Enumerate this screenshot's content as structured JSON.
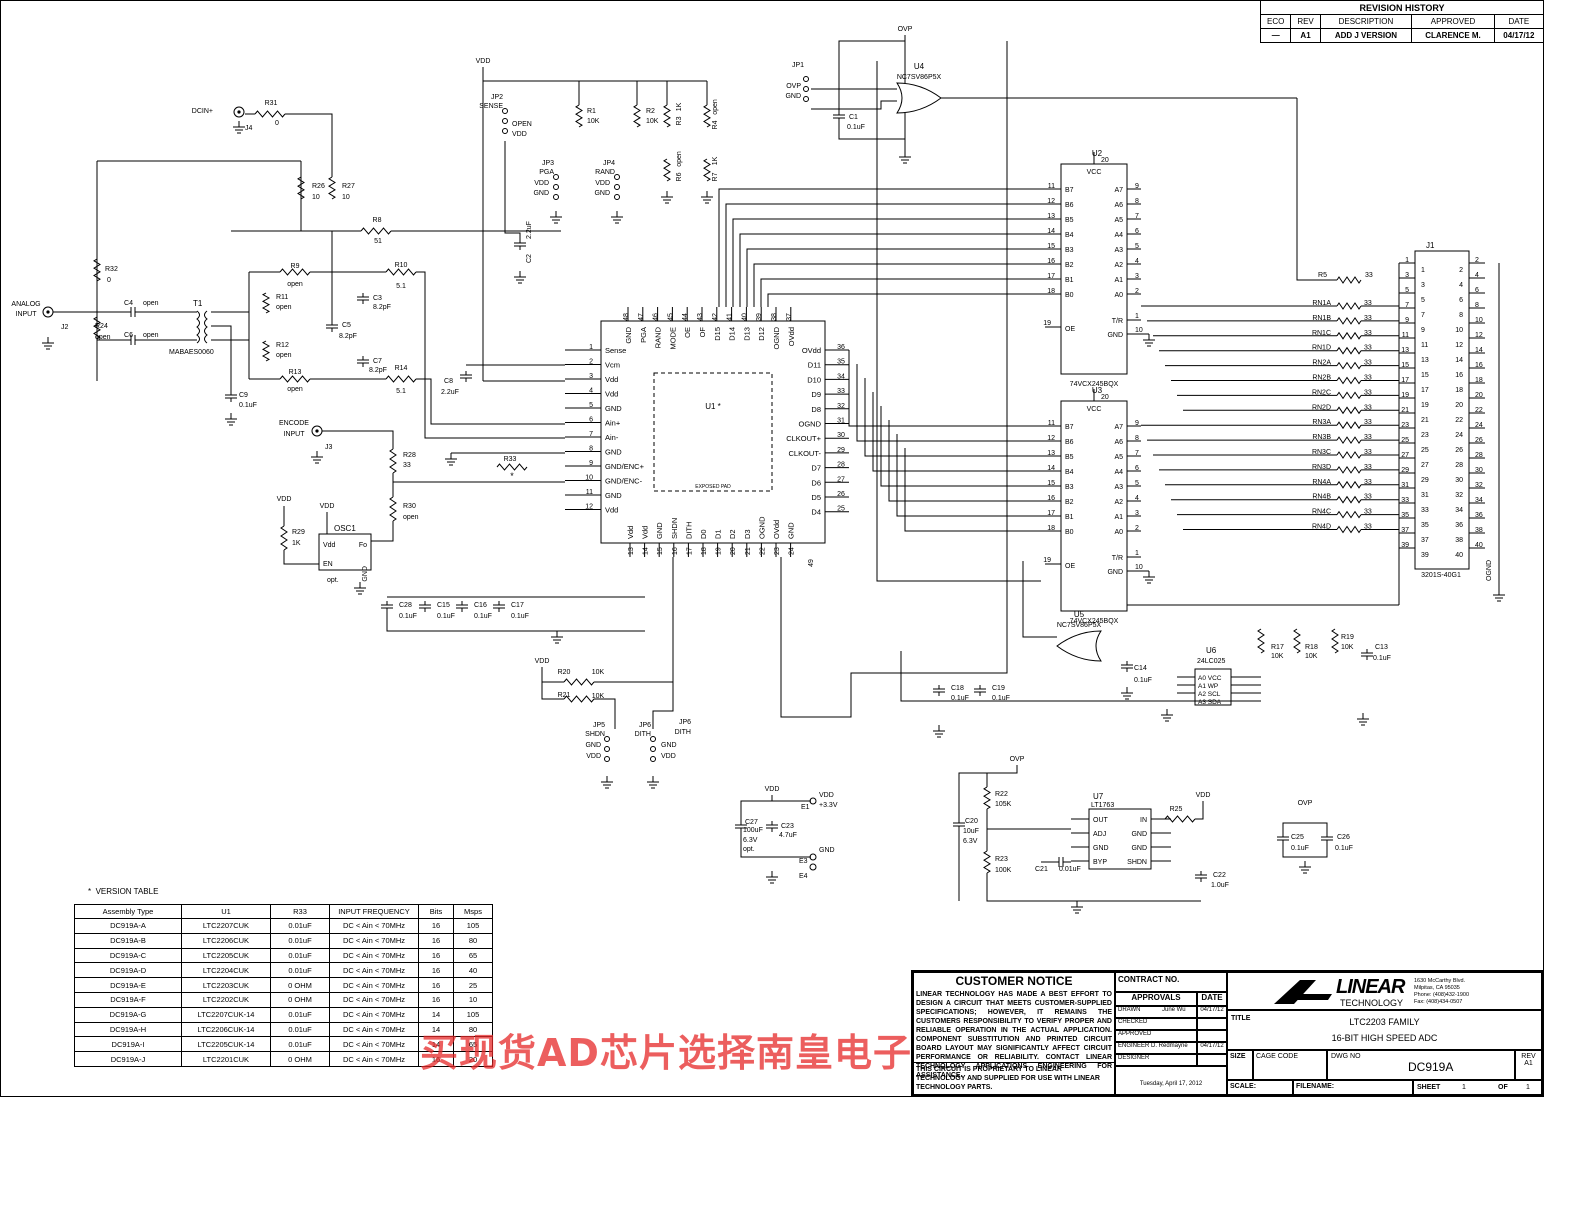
{
  "revision": {
    "title": "REVISION HISTORY",
    "headers": [
      "ECO",
      "REV",
      "DESCRIPTION",
      "APPROVED",
      "DATE"
    ],
    "row": [
      "—",
      "A1",
      "ADD J VERSION",
      "CLARENCE M.",
      "04/17/12"
    ]
  },
  "version_table": {
    "title": "VERSION TABLE",
    "headers": [
      "Assembly Type",
      "U1",
      "R33",
      "INPUT FREQUENCY",
      "Bits",
      "Msps"
    ],
    "rows": [
      [
        "DC919A-A",
        "LTC2207CUK",
        "0.01uF",
        "DC < Ain < 70MHz",
        "16",
        "105"
      ],
      [
        "DC919A-B",
        "LTC2206CUK",
        "0.01uF",
        "DC < Ain < 70MHz",
        "16",
        "80"
      ],
      [
        "DC919A-C",
        "LTC2205CUK",
        "0.01uF",
        "DC < Ain < 70MHz",
        "16",
        "65"
      ],
      [
        "DC919A-D",
        "LTC2204CUK",
        "0.01uF",
        "DC < Ain < 70MHz",
        "16",
        "40"
      ],
      [
        "DC919A-E",
        "LTC2203CUK",
        "0 OHM",
        "DC < Ain < 70MHz",
        "16",
        "25"
      ],
      [
        "DC919A-F",
        "LTC2202CUK",
        "0 OHM",
        "DC < Ain < 70MHz",
        "16",
        "10"
      ],
      [
        "DC919A-G",
        "LTC2207CUK-14",
        "0.01uF",
        "DC < Ain < 70MHz",
        "14",
        "105"
      ],
      [
        "DC919A-H",
        "LTC2206CUK-14",
        "0.01uF",
        "DC < Ain < 70MHz",
        "14",
        "80"
      ],
      [
        "DC919A-I",
        "LTC2205CUK-14",
        "0.01uF",
        "DC < Ain < 70MHz",
        "14",
        "65"
      ],
      [
        "DC919A-J",
        "LTC2201CUK",
        "0 OHM",
        "DC < Ain < 70MHz",
        "16",
        "20"
      ]
    ]
  },
  "title_block": {
    "notice_title": "CUSTOMER NOTICE",
    "notice_body": "LINEAR TECHNOLOGY HAS MADE A BEST EFFORT TO DESIGN A CIRCUIT THAT MEETS CUSTOMER-SUPPLIED SPECIFICATIONS; HOWEVER, IT REMAINS THE CUSTOMERS RESPONSIBILITY TO VERIFY PROPER AND RELIABLE OPERATION IN THE ACTUAL APPLICATION. COMPONENT SUBSTITUTION AND PRINTED CIRCUIT BOARD LAYOUT MAY SIGNIFICANTLY AFFECT CIRCUIT PERFORMANCE OR RELIABILITY. CONTACT LINEAR TECHNOLOGY APPLICATIONS ENGINEERING FOR ASSISTANCE.",
    "notice_footer": "THIS CIRCUIT IS PROPRIETARY TO LINEAR TECHNOLOGY AND SUPPLIED FOR USE WITH LINEAR TECHNOLOGY PARTS.",
    "contract_no": "CONTRACT NO.",
    "approvals": "APPROVALS",
    "date_hdr": "DATE",
    "drawn": "DRAWN",
    "drawn_by": "June Wu",
    "drawn_date": "04/17/12",
    "checked": "CHECKED",
    "approved": "APPROVED",
    "engineer": "ENGINEER D. Redmayne",
    "engineer_date": "04/17/12",
    "designer": "DESIGNER",
    "print_date": "Tuesday, April 17, 2012",
    "company": "LINEAR",
    "company_sub": "TECHNOLOGY",
    "address1": "1630 McCarthy Blvd.",
    "address2": "Milpitas, CA 95035",
    "phone": "Phone: (408)432-1900",
    "fax": "Fax: (408)434-0507",
    "title_label": "TITLE",
    "title1": "LTC2203 FAMILY",
    "title2": "16-BIT HIGH SPEED ADC",
    "size": "SIZE",
    "cage": "CAGE CODE",
    "dwg_label": "DWG NO",
    "dwg": "DC919A",
    "rev_label": "REV",
    "rev": "A1",
    "scale": "SCALE:",
    "filename": "FILENAME:",
    "sheet": "SHEET",
    "sheet_no": "1",
    "of": "OF",
    "of_no": "1"
  },
  "schematic": {
    "connectors": {
      "analog_input": "ANALOG\nINPUT",
      "j2": "J2",
      "encode_input": "ENCODE\nINPUT",
      "j3": "J3",
      "dcin": "DCIN+",
      "j4": "J4"
    },
    "power": [
      "VDD",
      "OVP",
      "+3.3V",
      "GND"
    ],
    "u1": {
      "ref": "U1 *",
      "exposed": "EXPOSED PAD",
      "left_pins": [
        {
          "n": "1",
          "name": "Sense"
        },
        {
          "n": "2",
          "name": "Vcm"
        },
        {
          "n": "3",
          "name": "Vdd"
        },
        {
          "n": "4",
          "name": "Vdd"
        },
        {
          "n": "5",
          "name": "GND"
        },
        {
          "n": "6",
          "name": "Ain+"
        },
        {
          "n": "7",
          "name": "Ain-"
        },
        {
          "n": "8",
          "name": "GND"
        },
        {
          "n": "9",
          "name": "GND/ENC+"
        },
        {
          "n": "10",
          "name": "GND/ENC-"
        },
        {
          "n": "11",
          "name": "GND"
        },
        {
          "n": "12",
          "name": "Vdd"
        }
      ],
      "right_pins": [
        {
          "n": "36",
          "name": "OVdd"
        },
        {
          "n": "35",
          "name": "D11"
        },
        {
          "n": "34",
          "name": "D10"
        },
        {
          "n": "33",
          "name": "D9"
        },
        {
          "n": "32",
          "name": "D8"
        },
        {
          "n": "31",
          "name": "OGND"
        },
        {
          "n": "30",
          "name": "CLKOUT+"
        },
        {
          "n": "29",
          "name": "CLKOUT-"
        },
        {
          "n": "28",
          "name": "D7"
        },
        {
          "n": "27",
          "name": "D6"
        },
        {
          "n": "26",
          "name": "D5"
        },
        {
          "n": "25",
          "name": "D4"
        }
      ],
      "top_pins": [
        {
          "n": "48",
          "name": "GND"
        },
        {
          "n": "47",
          "name": "PGA"
        },
        {
          "n": "46",
          "name": "RAND"
        },
        {
          "n": "45",
          "name": "MODE"
        },
        {
          "n": "44",
          "name": "OE"
        },
        {
          "n": "43",
          "name": "OF"
        },
        {
          "n": "42",
          "name": "D15"
        },
        {
          "n": "41",
          "name": "D14"
        },
        {
          "n": "40",
          "name": "D13"
        },
        {
          "n": "39",
          "name": "D12"
        },
        {
          "n": "38",
          "name": "OGND"
        },
        {
          "n": "37",
          "name": "OVdd"
        }
      ],
      "bottom_pins": [
        {
          "n": "13",
          "name": "Vdd"
        },
        {
          "n": "14",
          "name": "Vdd"
        },
        {
          "n": "15",
          "name": "GND"
        },
        {
          "n": "16",
          "name": "SHDN"
        },
        {
          "n": "17",
          "name": "DITH"
        },
        {
          "n": "18",
          "name": "D0"
        },
        {
          "n": "19",
          "name": "D1"
        },
        {
          "n": "20",
          "name": "D2"
        },
        {
          "n": "21",
          "name": "D3"
        },
        {
          "n": "22",
          "name": "OGND"
        },
        {
          "n": "23",
          "name": "OVdd"
        },
        {
          "n": "24",
          "name": "GND"
        }
      ]
    },
    "u2": {
      "ref": "U2",
      "part": "74VCX245BQX",
      "vcc": "VCC"
    },
    "u3": {
      "ref": "U3",
      "part": "74VCX245BQX",
      "vcc": "VCC"
    },
    "buf_left": [
      "B7",
      "B6",
      "B5",
      "B4",
      "B3",
      "B2",
      "B1",
      "B0"
    ],
    "buf_left_pins": [
      "11",
      "12",
      "13",
      "14",
      "15",
      "16",
      "17",
      "18"
    ],
    "buf_right": [
      "A7",
      "A6",
      "A5",
      "A4",
      "A3",
      "A2",
      "A1",
      "A0"
    ],
    "buf_right_pins": [
      "9",
      "8",
      "7",
      "6",
      "5",
      "4",
      "3",
      "2"
    ],
    "u4": {
      "ref": "U4",
      "part": "NC7SV86P5X"
    },
    "u5": {
      "ref": "U5",
      "part": "NC7SV86P5X"
    },
    "u6": {
      "ref": "U6",
      "part": "24LC025",
      "pins": [
        "A0 VCC",
        "A1   WP",
        "A2 SCL",
        "A3 SDA"
      ]
    },
    "u7": {
      "ref": "U7",
      "part": "LT1763",
      "left": [
        "OUT",
        "ADJ",
        "GND",
        "BYP"
      ],
      "right": [
        "IN",
        "GND",
        "GND",
        "SHDN"
      ]
    },
    "j1": {
      "ref": "J1",
      "part": "3201S-40G1",
      "ognd": "OGND"
    },
    "t1": {
      "ref": "T1",
      "part": "MABAES0060"
    },
    "osc": {
      "ref": "OSC1",
      "pins": [
        "Vdd",
        "EN",
        "Fo",
        "GND"
      ],
      "note": "opt."
    },
    "rn": [
      "RN1A",
      "RN1B",
      "RN1C",
      "RN1D",
      "RN2A",
      "RN2B",
      "RN2C",
      "RN2D",
      "RN3A",
      "RN3B",
      "RN3C",
      "RN3D",
      "RN4A",
      "RN4B",
      "RN4C",
      "RN4D"
    ],
    "rn_value": "33",
    "labels": [
      {
        "t": "R31",
        "v": "0"
      },
      {
        "t": "R26",
        "v": "10"
      },
      {
        "t": "R27",
        "v": "10"
      },
      {
        "t": "R8",
        "v": "51"
      },
      {
        "t": "R32",
        "v": "0"
      },
      {
        "t": "R24",
        "v": "open"
      },
      {
        "t": "R9",
        "v": "open"
      },
      {
        "t": "R10",
        "v": "5.1"
      },
      {
        "t": "R11",
        "v": "open"
      },
      {
        "t": "R12",
        "v": "open"
      },
      {
        "t": "R13",
        "v": "open"
      },
      {
        "t": "R14",
        "v": "5.1"
      },
      {
        "t": "C3",
        "v": "8.2pF"
      },
      {
        "t": "C5",
        "v": "8.2pF"
      },
      {
        "t": "C7",
        "v": "8.2pF"
      },
      {
        "t": "C8",
        "v": "2.2uF"
      },
      {
        "t": "C9",
        "v": "0.1uF"
      },
      {
        "t": "C2",
        "v": "2.2uF"
      },
      {
        "t": "R1",
        "v": "10K"
      },
      {
        "t": "R2",
        "v": "10K"
      },
      {
        "t": "R3",
        "v": "1K"
      },
      {
        "t": "R4",
        "v": "open"
      },
      {
        "t": "R6",
        "v": "open"
      },
      {
        "t": "R7",
        "v": "1K"
      },
      {
        "t": "R28",
        "v": "33"
      },
      {
        "t": "R30",
        "v": "open"
      },
      {
        "t": "R33",
        "v": "*"
      },
      {
        "t": "R29",
        "v": "1K"
      },
      {
        "t": "R20",
        "v": "10K"
      },
      {
        "t": "R21",
        "v": "10K"
      },
      {
        "t": "R5",
        "v": "33"
      },
      {
        "t": "C1",
        "v": "0.1uF"
      }
    ],
    "jumpers": [
      {
        "t": "JP1"
      },
      {
        "t": "JP2",
        "sub": "SENSE"
      },
      {
        "t": "JP3",
        "sub": "PGA"
      },
      {
        "t": "JP4",
        "sub": "RAND"
      },
      {
        "t": "JP5",
        "sub": "SHDN"
      },
      {
        "t": "JP6",
        "sub": "DITH"
      }
    ],
    "bypass_caps": [
      {
        "t": "C28",
        "v": "0.1uF"
      },
      {
        "t": "C15",
        "v": "0.1uF"
      },
      {
        "t": "C16",
        "v": "0.1uF"
      },
      {
        "t": "C17",
        "v": "0.1uF"
      },
      {
        "t": "C18",
        "v": "0.1uF"
      },
      {
        "t": "C19",
        "v": "0.1uF"
      },
      {
        "t": "C14",
        "v": "0.1uF"
      },
      {
        "t": "C13",
        "v": "0.1uF"
      },
      {
        "t": "C25",
        "v": "0.1uF"
      },
      {
        "t": "C26",
        "v": "0.1uF"
      }
    ],
    "supply": [
      {
        "t": "C27",
        "v": "100uF 6.3V opt."
      },
      {
        "t": "C23",
        "v": "4.7uF"
      },
      {
        "t": "R22",
        "v": "105K"
      },
      {
        "t": "R23",
        "v": "100K"
      },
      {
        "t": "C20",
        "v": "10uF 6.3V"
      },
      {
        "t": "C21",
        "v": "0.01uF"
      },
      {
        "t": "C22",
        "v": "1.0uF"
      },
      {
        "t": "R25",
        "v": ""
      },
      {
        "t": "R17",
        "v": "10K"
      },
      {
        "t": "R18",
        "v": "10K"
      },
      {
        "t": "R19",
        "v": "10K"
      }
    ],
    "terminals": [
      "E1",
      "E3",
      "E4"
    ]
  },
  "watermark": "买现货AD芯片选择南皇电子"
}
